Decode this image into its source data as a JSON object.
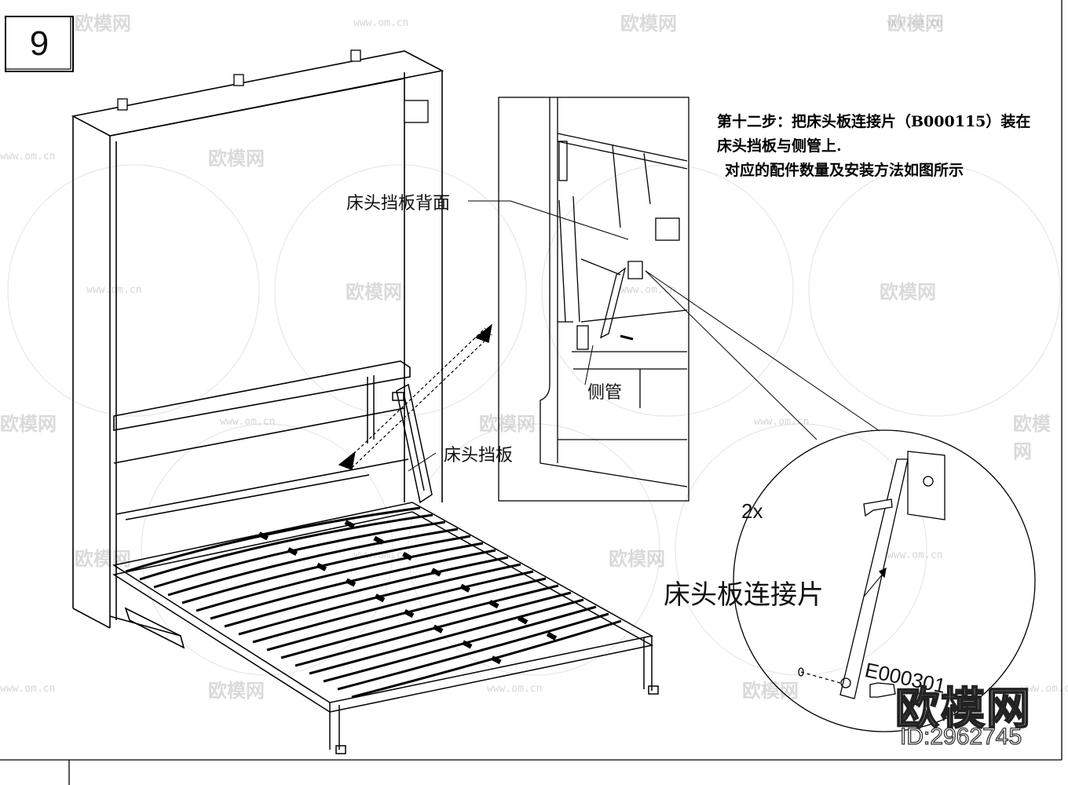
{
  "step": {
    "number": "9"
  },
  "instructions": {
    "line1": "第十二步：把床头板连接片（B000115）装在",
    "line2": "床头挡板与侧管上.",
    "line3": "对应的配件数量及安装方法如图所示"
  },
  "labels": {
    "headboard_back": "床头挡板背面",
    "side_tube": "侧管",
    "headboard": "床头挡板",
    "connector_plate": "床头板连接片",
    "quantity": "2x",
    "part_code": "E000301"
  },
  "watermark": {
    "brand": "欧模网",
    "id": "ID:2962745",
    "logo_text": "欧模网",
    "url": "www.om.cn"
  }
}
